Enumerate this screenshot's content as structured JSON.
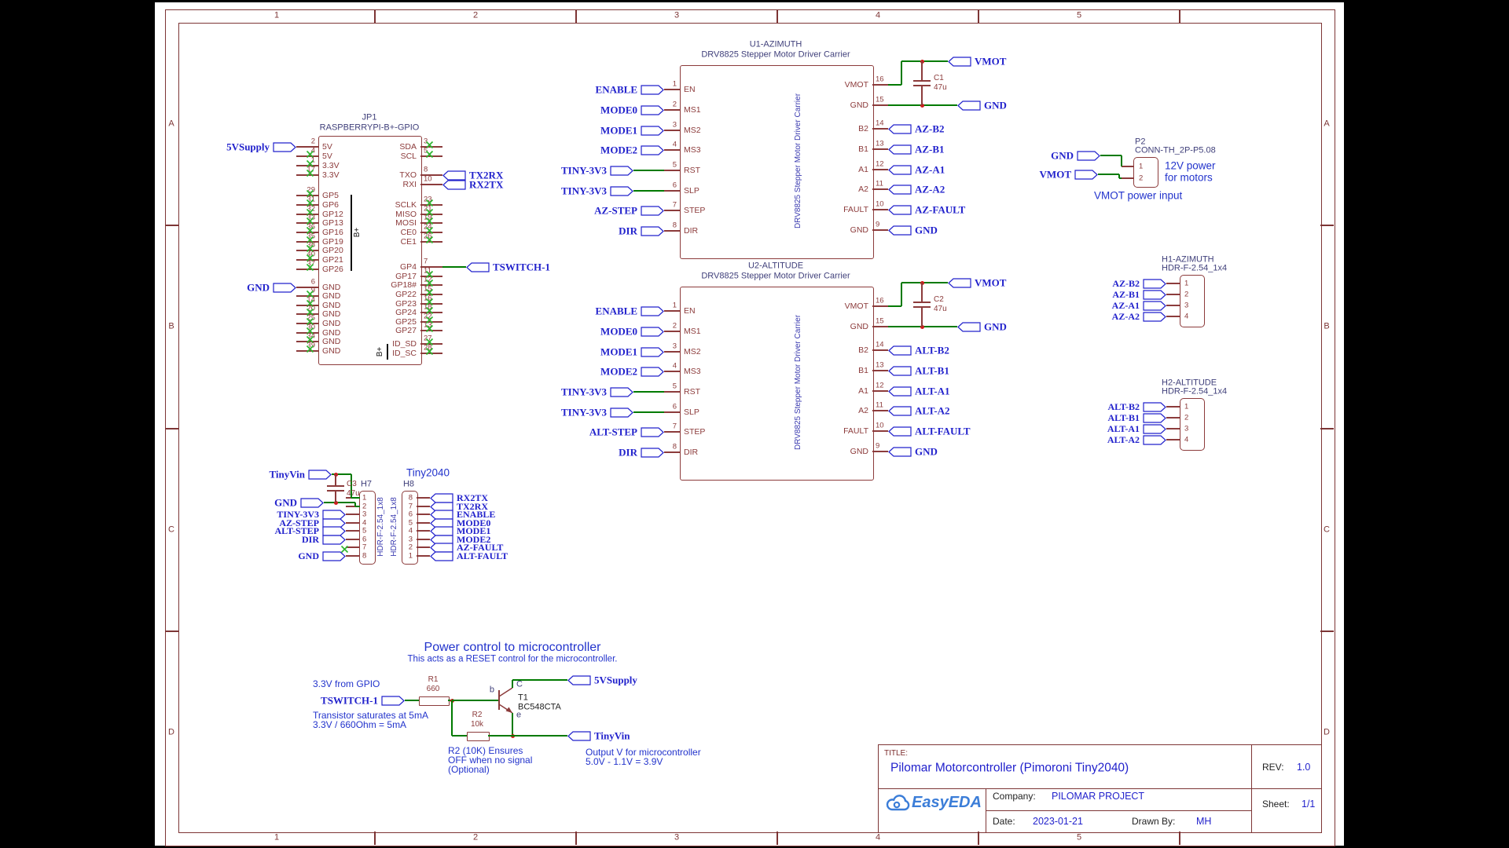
{
  "colors": {
    "wire_green": "#007a00",
    "outline_maroon": "#8c3b3b",
    "net_blue": "#2222cc",
    "frame": "#7d3535",
    "junction_red": "#cf1d1d",
    "no_connect_green": "#2fb52f",
    "logo_blue": "#3b7dd8"
  },
  "frame": {
    "columns": [
      "1",
      "2",
      "3",
      "4",
      "5"
    ],
    "rows": [
      "A",
      "B",
      "C",
      "D"
    ]
  },
  "title_block": {
    "title_label": "TITLE:",
    "title": "Pilomar Motorcontroller (Pimoroni Tiny2040)",
    "rev_label": "REV:",
    "rev": "1.0",
    "company_label": "Company:",
    "company": "PILOMAR PROJECT",
    "sheet_label": "Sheet:",
    "sheet": "1/1",
    "date_label": "Date:",
    "date": "2023-01-21",
    "drawn_label": "Drawn By:",
    "drawn": "MH",
    "logo_text": "EasyEDA"
  },
  "jp1": {
    "ref": "JP1",
    "part": "RASPBERRYPI-B+-GPIO",
    "bus_label": "B+",
    "bus_label2": "B+",
    "left": [
      {
        "n": "2",
        "p": "5V",
        "flag": "5VSupply"
      },
      {
        "n": "4",
        "p": "5V",
        "nc": true
      },
      {
        "n": "1",
        "p": "3.3V",
        "nc": true
      },
      {
        "n": "17",
        "p": "3.3V",
        "nc": true
      },
      {
        "n": "29",
        "p": "GP5",
        "nc": true
      },
      {
        "n": "31",
        "p": "GP6",
        "nc": true
      },
      {
        "n": "32",
        "p": "GP12",
        "nc": true
      },
      {
        "n": "33",
        "p": "GP13",
        "nc": true
      },
      {
        "n": "36",
        "p": "GP16",
        "nc": true
      },
      {
        "n": "35",
        "p": "GP19",
        "nc": true
      },
      {
        "n": "38",
        "p": "GP20",
        "nc": true
      },
      {
        "n": "40",
        "p": "GP21",
        "nc": true
      },
      {
        "n": "37",
        "p": "GP26",
        "nc": true
      },
      {
        "n": "6",
        "p": "GND",
        "flag": "GND"
      },
      {
        "n": "9",
        "p": "GND",
        "nc": true
      },
      {
        "n": "14",
        "p": "GND",
        "nc": true
      },
      {
        "n": "20",
        "p": "GND",
        "nc": true
      },
      {
        "n": "25",
        "p": "GND",
        "nc": true
      },
      {
        "n": "30",
        "p": "GND",
        "nc": true
      },
      {
        "n": "34",
        "p": "GND",
        "nc": true
      },
      {
        "n": "39",
        "p": "GND",
        "nc": true
      }
    ],
    "right": [
      {
        "n": "3",
        "p": "SDA",
        "nc": true
      },
      {
        "n": "5",
        "p": "SCL",
        "nc": true
      },
      {
        "n": "8",
        "p": "TXO",
        "flag": "TX2RX"
      },
      {
        "n": "10",
        "p": "RXI",
        "flag": "RX2TX"
      },
      {
        "n": "23",
        "p": "SCLK",
        "nc": true
      },
      {
        "n": "21",
        "p": "MISO",
        "nc": true
      },
      {
        "n": "19",
        "p": "MOSI",
        "nc": true
      },
      {
        "n": "24",
        "p": "CE0",
        "nc": true
      },
      {
        "n": "26",
        "p": "CE1",
        "nc": true
      },
      {
        "n": "7",
        "p": "GP4",
        "flag": "TSWITCH-1",
        "wire": true
      },
      {
        "n": "11",
        "p": "GP17",
        "nc": true
      },
      {
        "n": "12",
        "p": "GP18#",
        "nc": true
      },
      {
        "n": "15",
        "p": "GP22",
        "nc": true
      },
      {
        "n": "16",
        "p": "GP23",
        "nc": true
      },
      {
        "n": "18",
        "p": "GP24",
        "nc": true
      },
      {
        "n": "22",
        "p": "GP25",
        "nc": true
      },
      {
        "n": "13",
        "p": "GP27",
        "nc": true
      },
      {
        "n": "27",
        "p": "ID_SD",
        "nc": true
      },
      {
        "n": "28",
        "p": "ID_SC",
        "nc": true
      }
    ]
  },
  "u1": {
    "ref": "U1-AZIMUTH",
    "part": "DRV8825 Stepper Motor Driver Carrier",
    "cap_ref": "C1",
    "cap_val": "47u",
    "vmot_flag": "VMOT",
    "gnd_flag": "GND",
    "left": [
      {
        "n": "1",
        "p": "EN",
        "flag": "ENABLE"
      },
      {
        "n": "2",
        "p": "MS1",
        "flag": "MODE0"
      },
      {
        "n": "3",
        "p": "MS2",
        "flag": "MODE1"
      },
      {
        "n": "4",
        "p": "MS3",
        "flag": "MODE2"
      },
      {
        "n": "5",
        "p": "RST",
        "flag": "TINY-3V3",
        "wire": true
      },
      {
        "n": "6",
        "p": "SLP",
        "flag": "TINY-3V3",
        "wire": true
      },
      {
        "n": "7",
        "p": "STEP",
        "flag": "AZ-STEP"
      },
      {
        "n": "8",
        "p": "DIR",
        "flag": "DIR"
      }
    ],
    "right": [
      {
        "n": "16",
        "p": "VMOT"
      },
      {
        "n": "15",
        "p": "GND"
      },
      {
        "n": "14",
        "p": "B2",
        "flag": "AZ-B2"
      },
      {
        "n": "13",
        "p": "B1",
        "flag": "AZ-B1"
      },
      {
        "n": "12",
        "p": "A1",
        "flag": "AZ-A1"
      },
      {
        "n": "11",
        "p": "A2",
        "flag": "AZ-A2"
      },
      {
        "n": "10",
        "p": "FAULT",
        "flag": "AZ-FAULT"
      },
      {
        "n": "9",
        "p": "GND",
        "flag": "GND"
      }
    ]
  },
  "u2": {
    "ref": "U2-ALTITUDE",
    "part": "DRV8825 Stepper Motor Driver Carrier",
    "cap_ref": "C2",
    "cap_val": "47u",
    "vmot_flag": "VMOT",
    "gnd_flag": "GND",
    "left": [
      {
        "n": "1",
        "p": "EN",
        "flag": "ENABLE"
      },
      {
        "n": "2",
        "p": "MS1",
        "flag": "MODE0"
      },
      {
        "n": "3",
        "p": "MS2",
        "flag": "MODE1"
      },
      {
        "n": "4",
        "p": "MS3",
        "flag": "MODE2"
      },
      {
        "n": "5",
        "p": "RST",
        "flag": "TINY-3V3",
        "wire": true
      },
      {
        "n": "6",
        "p": "SLP",
        "flag": "TINY-3V3",
        "wire": true
      },
      {
        "n": "7",
        "p": "STEP",
        "flag": "ALT-STEP"
      },
      {
        "n": "8",
        "p": "DIR",
        "flag": "DIR"
      }
    ],
    "right": [
      {
        "n": "16",
        "p": "VMOT"
      },
      {
        "n": "15",
        "p": "GND"
      },
      {
        "n": "14",
        "p": "B2",
        "flag": "ALT-B2"
      },
      {
        "n": "13",
        "p": "B1",
        "flag": "ALT-B1"
      },
      {
        "n": "12",
        "p": "A1",
        "flag": "ALT-A1"
      },
      {
        "n": "11",
        "p": "A2",
        "flag": "ALT-A2"
      },
      {
        "n": "10",
        "p": "FAULT",
        "flag": "ALT-FAULT"
      },
      {
        "n": "9",
        "p": "GND",
        "flag": "GND"
      }
    ]
  },
  "p2": {
    "ref": "P2",
    "part": "CONN-TH_2P-P5.08",
    "pins": [
      "1",
      "2"
    ],
    "gnd_flag": "GND",
    "vmot_flag": "VMOT",
    "note_line1": "12V power",
    "note_line2": "for motors",
    "caption": "VMOT power input"
  },
  "h1": {
    "ref": "H1-AZIMUTH",
    "part": "HDR-F-2.54_1x4",
    "pins": [
      {
        "n": "1",
        "flag": "AZ-B2"
      },
      {
        "n": "2",
        "flag": "AZ-B1"
      },
      {
        "n": "3",
        "flag": "AZ-A1"
      },
      {
        "n": "4",
        "flag": "AZ-A2"
      }
    ]
  },
  "h2": {
    "ref": "H2-ALTITUDE",
    "part": "HDR-F-2.54_1x4",
    "pins": [
      {
        "n": "1",
        "flag": "ALT-B2"
      },
      {
        "n": "2",
        "flag": "ALT-B1"
      },
      {
        "n": "3",
        "flag": "ALT-A1"
      },
      {
        "n": "4",
        "flag": "ALT-A2"
      }
    ]
  },
  "tiny": {
    "title": "Tiny2040",
    "vin_flag": "TinyVin",
    "gnd_flag": "GND",
    "cap_ref": "C3",
    "cap_val": "47u",
    "h7": {
      "ref": "H7",
      "part": "HDR-F-2.54_1x8",
      "pins": [
        {
          "n": "1"
        },
        {
          "n": "2"
        },
        {
          "n": "3",
          "flag": "TINY-3V3"
        },
        {
          "n": "4",
          "flag": "AZ-STEP"
        },
        {
          "n": "5",
          "flag": "ALT-STEP"
        },
        {
          "n": "6",
          "flag": "DIR"
        },
        {
          "n": "7",
          "nc": true
        },
        {
          "n": "8",
          "flag": "GND"
        }
      ]
    },
    "h8": {
      "ref": "H8",
      "part": "HDR-F-2.54_1x8",
      "pins": [
        {
          "n": "8",
          "flag": "RX2TX"
        },
        {
          "n": "7",
          "flag": "TX2RX"
        },
        {
          "n": "6",
          "flag": "ENABLE"
        },
        {
          "n": "5",
          "flag": "MODE0"
        },
        {
          "n": "4",
          "flag": "MODE1"
        },
        {
          "n": "3",
          "flag": "MODE2"
        },
        {
          "n": "2",
          "flag": "AZ-FAULT"
        },
        {
          "n": "1",
          "flag": "ALT-FAULT"
        }
      ]
    }
  },
  "power": {
    "title": "Power control to microcontroller",
    "subtitle": "This acts as a RESET control for the microcontroller.",
    "gpio_label": "3.3V from GPIO",
    "tswitch_flag": "TSWITCH-1",
    "r1_ref": "R1",
    "r1_val": "660",
    "r2_ref": "R2",
    "r2_val": "10k",
    "t1_ref": "T1",
    "t1_val": "BC548CTA",
    "pin_b": "b",
    "pin_c": "C",
    "pin_e": "e",
    "supply_flag": "5VSupply",
    "vin_flag": "TinyVin",
    "note1": "Transistor saturates at 5mA",
    "note2": "3.3V / 660Ohm = 5mA",
    "note3": "R2 (10K) Ensures",
    "note4": "OFF when no signal",
    "note5": "(Optional)",
    "note6": "Output V for microcontroller",
    "note7": "5.0V - 1.1V = 3.9V"
  }
}
